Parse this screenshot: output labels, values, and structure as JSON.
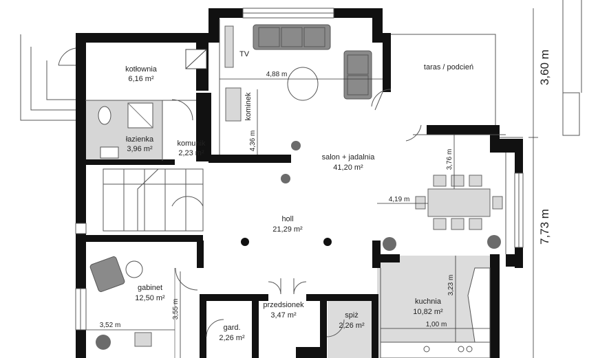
{
  "rooms": {
    "kotlownia": {
      "name": "kotłownia",
      "area": "6,16 m²"
    },
    "lazienka": {
      "name": "łazienka",
      "area": "3,96 m²"
    },
    "komunik": {
      "name": "komunik",
      "area": "2,23 m²"
    },
    "salon": {
      "name": "salon + jadalnia",
      "area": "41,20  m²"
    },
    "taras": {
      "name": "taras / podcień"
    },
    "holl": {
      "name": "holl",
      "area": "21,29 m²"
    },
    "gabinet": {
      "name": "gabinet",
      "area": "12,50 m²"
    },
    "przedsionek": {
      "name": "przedsionek",
      "area": "3,47 m²"
    },
    "gard": {
      "name": "gard.",
      "area": "2,26 m²"
    },
    "spiz": {
      "name": "spiż",
      "area": "2,26 m²"
    },
    "kuchnia": {
      "name": "kuchnia",
      "area": "10,82 m²"
    }
  },
  "labels": {
    "tv": "TV",
    "kominek": "kominek"
  },
  "dimensions": {
    "d488": "4,88 m",
    "d436": "4,36 m",
    "d376": "3,76 m",
    "d419": "4,19 m",
    "d323": "3,23 m",
    "d100": "1,00 m",
    "d352": "3,52 m",
    "d355": "3,55 m",
    "d360": "3,60 m",
    "d773": "7,73 m"
  }
}
